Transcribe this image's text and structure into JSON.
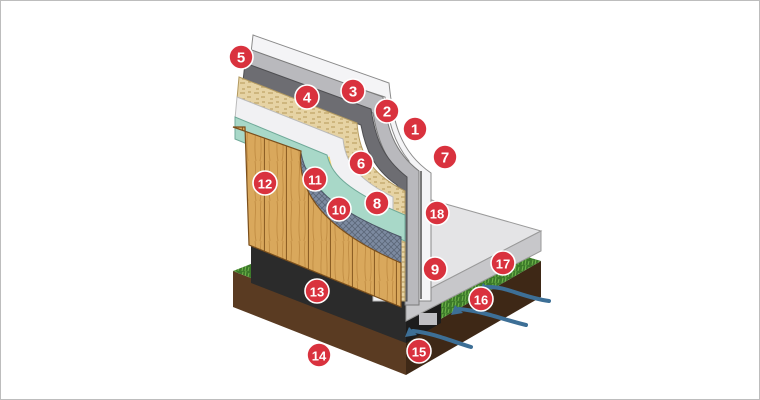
{
  "diagram": {
    "colors": {
      "callout": "#d9323e",
      "wood_siding": "#d9a85c",
      "osb": "#e6d3a4",
      "foil": "#e9e9ec",
      "membrane_green": "#a8d8c8",
      "soil": "#5a3b22",
      "grass": "#3c7a2a",
      "slab": "#e4e4e6",
      "air_arrow": "#3d6f96"
    },
    "callouts": [
      "1",
      "2",
      "3",
      "4",
      "5",
      "6",
      "7",
      "8",
      "9",
      "10",
      "11",
      "12",
      "13",
      "14",
      "15",
      "16",
      "17",
      "18"
    ]
  }
}
